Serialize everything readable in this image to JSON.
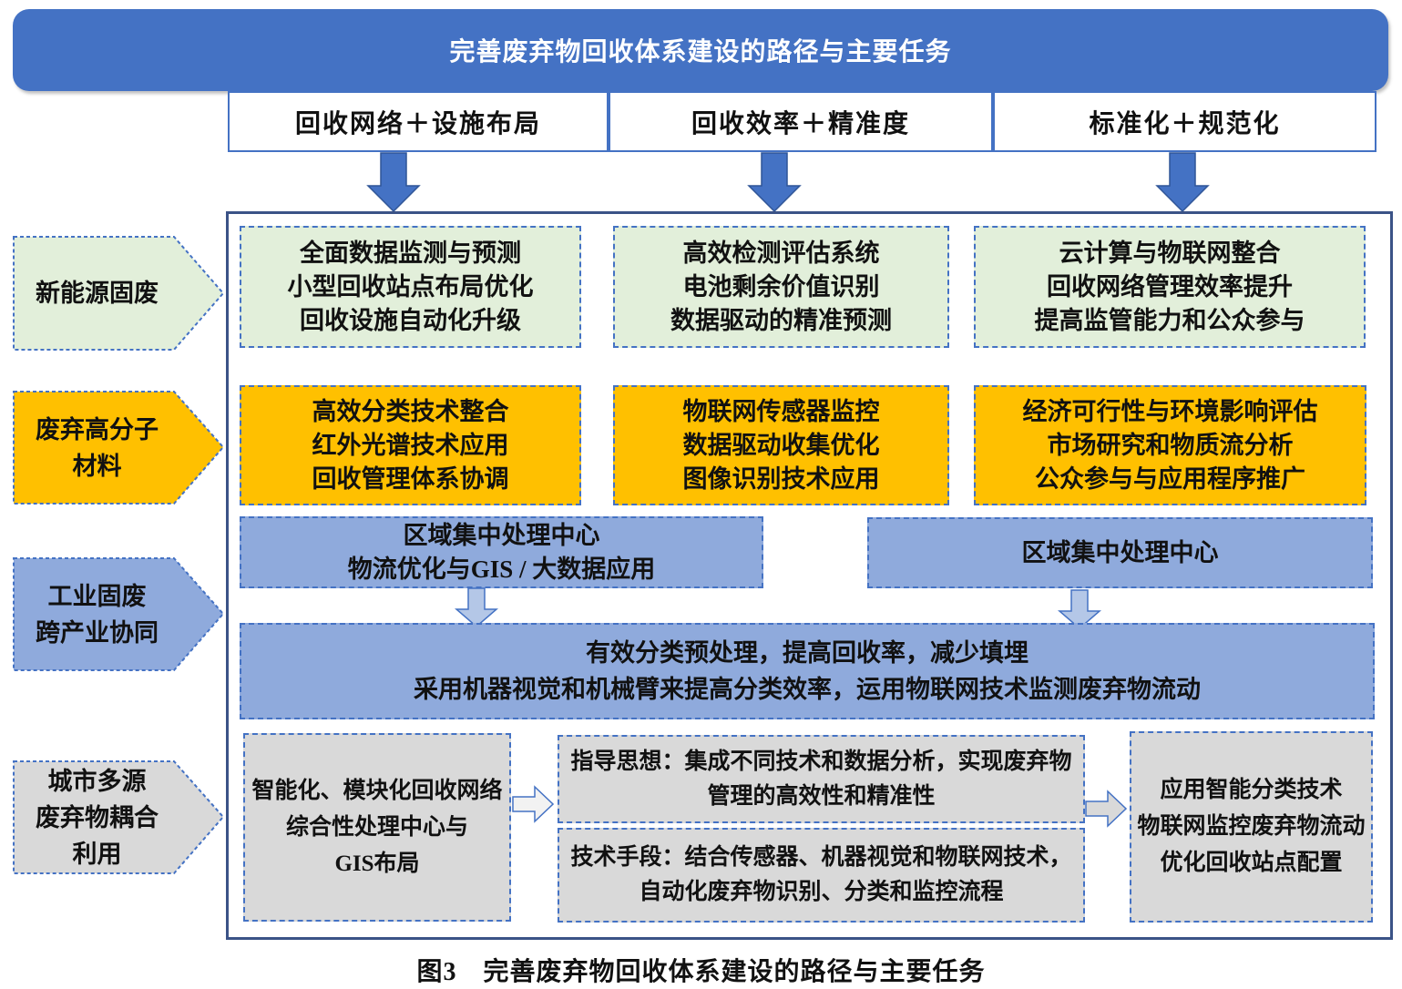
{
  "palette": {
    "banner_blue": "#4472C4",
    "arrow_blue": "#4472C4",
    "arrow_stroke": "#2F5597",
    "header_border": "#4472C4",
    "container_border": "#3B5387",
    "green_fill": "#E2EFDA",
    "orange_fill": "#FFC000",
    "blue_fill": "#8FAADC",
    "gray_fill": "#D9D9D9",
    "dashed_border": "#4472C4",
    "light_arrow_fill": "#B4C7E7"
  },
  "banner": {
    "title": "完善废弃物回收体系建设的路径与主要任务"
  },
  "path_headers": [
    {
      "label": "回收网络＋设施布局"
    },
    {
      "label": "回收效率＋精准度"
    },
    {
      "label": "标准化＋规范化"
    }
  ],
  "source_labels": [
    {
      "lines": [
        "新能源固废"
      ]
    },
    {
      "lines": [
        "废弃高分子",
        "材料"
      ]
    },
    {
      "lines": [
        "工业固废",
        "跨产业协同"
      ]
    },
    {
      "lines": [
        "城市多源",
        "废弃物耦合",
        "利用"
      ]
    }
  ],
  "green_boxes": [
    {
      "lines": [
        "全面数据监测与预测",
        "小型回收站点布局优化",
        "回收设施自动化升级"
      ]
    },
    {
      "lines": [
        "高效检测评估系统",
        "电池剩余价值识别",
        "数据驱动的精准预测"
      ]
    },
    {
      "lines": [
        "云计算与物联网整合",
        "回收网络管理效率提升",
        "提高监管能力和公众参与"
      ]
    }
  ],
  "orange_boxes": [
    {
      "lines": [
        "高效分类技术整合",
        "红外光谱技术应用",
        "回收管理体系协调"
      ]
    },
    {
      "lines": [
        "物联网传感器监控",
        "数据驱动收集优化",
        "图像识别技术应用"
      ]
    },
    {
      "lines": [
        "经济可行性与环境影响评估",
        "市场研究和物质流分析",
        "公众参与与应用程序推广"
      ]
    }
  ],
  "hub_boxes": {
    "left": {
      "lines": [
        "区域集中处理中心",
        "物流优化与GIS / 大数据应用"
      ]
    },
    "right": {
      "lines": [
        "区域集中处理中心"
      ]
    }
  },
  "summary_box": {
    "lines": [
      "有效分类预处理，提高回收率，减少填埋",
      "采用机器视觉和机械臂来提高分类效率，运用物联网技术监测废弃物流动"
    ]
  },
  "gray_boxes": {
    "left": {
      "lines": [
        "智能化、模块化回收网络",
        "综合性处理中心与",
        "GIS布局"
      ]
    },
    "middle_top": {
      "lines": [
        "指导思想：集成不同技术和数据分析，实现废弃物",
        "管理的高效性和精准性"
      ]
    },
    "middle_bottom": {
      "lines": [
        "技术手段：结合传感器、机器视觉和物联网技术，",
        "自动化废弃物识别、分类和监控流程"
      ]
    },
    "right": {
      "lines": [
        "应用智能分类技术",
        "物联网监控废弃物流动",
        "优化回收站点配置"
      ]
    }
  },
  "caption": "图3　完善废弃物回收体系建设的路径与主要任务"
}
